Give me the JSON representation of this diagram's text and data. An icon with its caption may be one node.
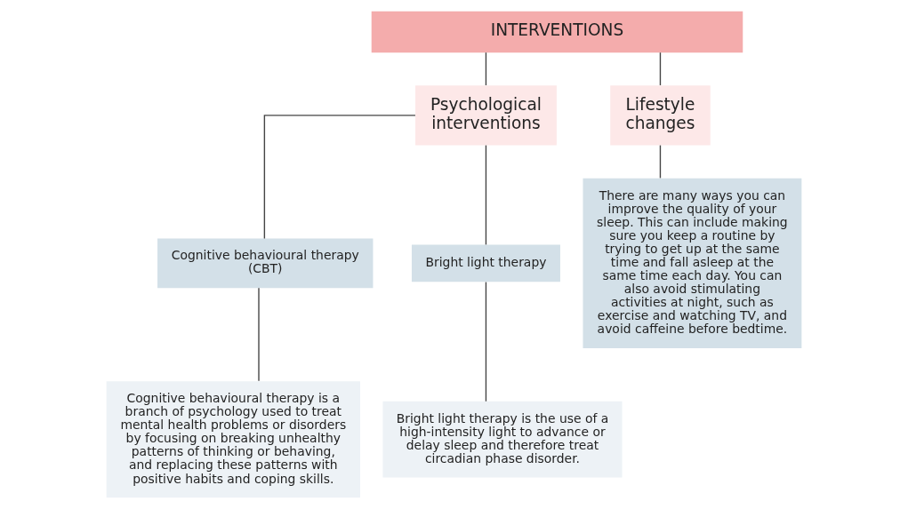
{
  "diagram": {
    "nodes": [
      {
        "text": [
          "INTERVENTIONS"
        ]
      },
      {
        "text": [
          "Psychological interventions"
        ]
      },
      {
        "text": [
          "Lifestyle changes"
        ]
      },
      {
        "text": [
          "Cognitive behavioural therapy (CBT)"
        ]
      },
      {
        "text": [
          "Bright light therapy"
        ]
      },
      {
        "text": [
          "Cognitive behavioural therapy is a branch of psychology used to treat mental health problems or disorders by focusing on breaking unhealthy patterns of thinking or behaving, and replacing these patterns with positive habits and coping skills."
        ]
      },
      {
        "text": [
          "Bright light therapy is the use of a high-intensity light to advance or delay sleep and therefore treat circadian phase disorder."
        ]
      },
      {
        "text": [
          "There are many ways you can improve the quality of your sleep. This can include making sure you keep a routine by trying to get up at the same time and fall asleep at the same time each day. You can also avoid stimulating activities at night, such as exercise and watching TV, and avoid caffeine before bedtime."
        ]
      }
    ],
    "edges": [
      {
        "from": 0,
        "to": 1,
        "arrow": "none"
      },
      {
        "from": 0,
        "to": 2,
        "arrow": "none"
      },
      {
        "from": 1,
        "to": 3,
        "arrow": "none"
      },
      {
        "from": 1,
        "to": 4,
        "arrow": "none"
      },
      {
        "from": 3,
        "to": 5,
        "arrow": "none"
      },
      {
        "from": 4,
        "to": 6,
        "arrow": "none"
      },
      {
        "from": 2,
        "to": 7,
        "arrow": "none"
      }
    ]
  }
}
